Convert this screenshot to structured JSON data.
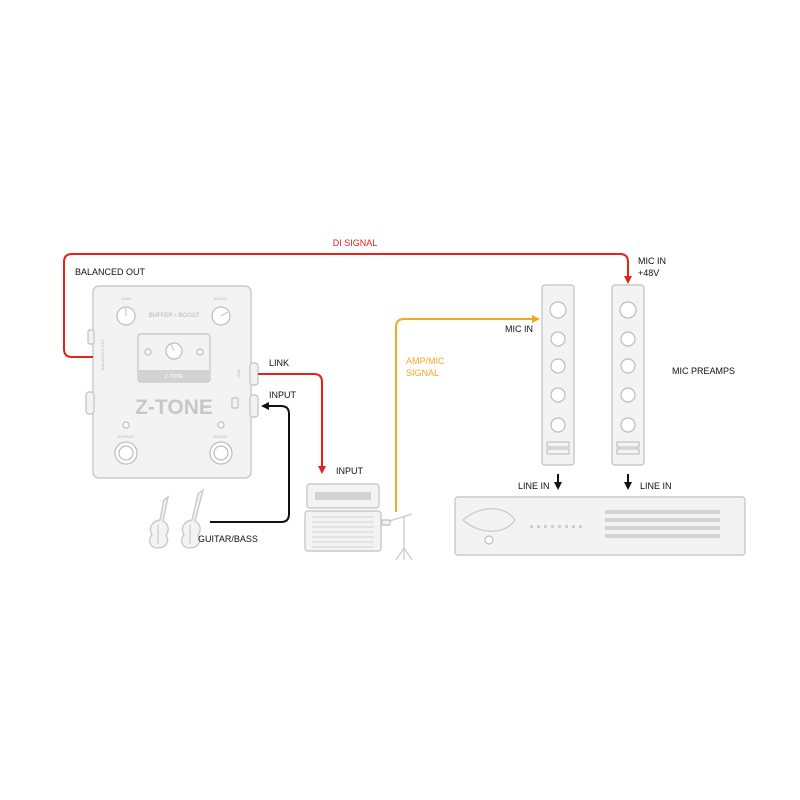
{
  "labels": {
    "di_signal": "DI SIGNAL",
    "balanced_out": "BALANCED OUT",
    "mic_in_48v_line1": "MIC IN",
    "mic_in_48v_line2": "+48V",
    "link": "LINK",
    "input_pedal": "INPUT",
    "input_amp": "INPUT",
    "amp_mic_signal_line1": "AMP/MIC",
    "amp_mic_signal_line2": "SIGNAL",
    "mic_in": "MIC IN",
    "mic_preamps": "MIC PREAMPS",
    "line_in_left": "LINE IN",
    "line_in_right": "LINE IN",
    "guitar_bass": "GUITAR/BASS"
  },
  "pedal": {
    "name": "Z-TONE",
    "subtitle": "BUFFER • BOOST",
    "knob_gain": "GAIN",
    "knob_boost": "BOOST",
    "footswitch_bypass": "BYPASS",
    "footswitch_boost": "BOOST",
    "panel_brand": "Z-TONE"
  },
  "colors": {
    "di_signal": "#e2231a",
    "amp_mic_signal": "#f5a623",
    "instrument_cable": "#111111",
    "line_in_arrow": "#111111",
    "device_outline": "#c9c9c9"
  }
}
